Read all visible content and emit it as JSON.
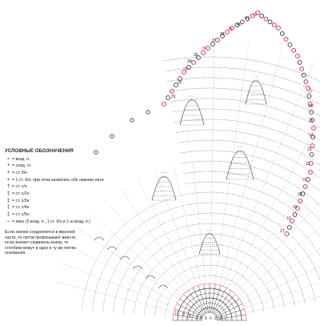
{
  "colors": {
    "ink": "#333333",
    "accent": "#d0185a",
    "background": "#ffffff"
  },
  "legend": {
    "title": "УСЛОВНЫЕ ОБОЗНАЧЕНИЯ",
    "items": [
      {
        "symbol": "∘",
        "text": "= возд. п."
      },
      {
        "symbol": "•",
        "text": "= соед. ст."
      },
      {
        "symbol": "+",
        "text": "= ст. б/н"
      },
      {
        "symbol": "+",
        "text": "= 1 ст. б/н, при этом захватить обе нижние нити"
      },
      {
        "symbol": "†",
        "text": "= ст. с/н"
      },
      {
        "symbol": "‡",
        "text": "= ст. с/2н"
      },
      {
        "symbol": "‡",
        "text": "= ст. с/3н"
      },
      {
        "symbol": "‡",
        "text": "= ст. с/4н"
      },
      {
        "symbol": "‡",
        "text": "= ст. с/5н"
      },
      {
        "symbol": "⌢",
        "text": "= пико (3 возд. п., 1 ст. б/н в 1-ю возд. п.)"
      }
    ],
    "note": "Если значки соединяются в верхней части, то петли провязывают вместе, если значки соединены внизу, то столбики вяжут в одну и ту же петлю основания."
  },
  "row_numbers": {
    "top": [
      "42",
      "41",
      "40",
      "39",
      "38",
      "37",
      "36",
      "35",
      "34",
      "33",
      "32",
      "31"
    ],
    "right": [
      "27",
      "26",
      "25",
      "24",
      "23",
      "22",
      "21",
      "20",
      "19",
      "18",
      "17"
    ],
    "bottom": [
      "10",
      "9",
      "8",
      "7",
      "6",
      "5",
      "4",
      "3",
      "2",
      "1"
    ]
  }
}
